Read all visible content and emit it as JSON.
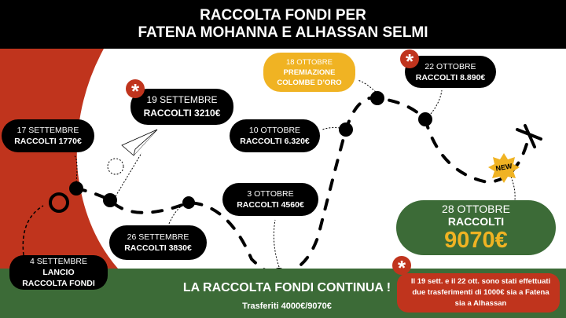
{
  "header": {
    "line1": "RACCOLTA FONDI PER",
    "line2": "FATENA MOHANNA E ALHASSAN SELMI"
  },
  "milestones": [
    {
      "date": "4 SETTEMBRE",
      "line1": "LANCIO",
      "line2": "RACCOLTA FONDI"
    },
    {
      "date": "17 SETTEMBRE",
      "value": "RACCOLTI 1770€"
    },
    {
      "date": "19 SETTEMBRE",
      "value": "RACCOLTI 3210€",
      "asterisk": true
    },
    {
      "date": "26 SETTEMBRE",
      "value": "RACCOLTI 3830€"
    },
    {
      "date": "3 OTTOBRE",
      "value": "RACCOLTI 4560€"
    },
    {
      "date": "10 OTTOBRE",
      "value": "RACCOLTI 6.320€"
    },
    {
      "date": "18 OTTOBRE",
      "line1": "PREMIAZIONE",
      "line2": "COLOMBE D’ORO"
    },
    {
      "date": "22 OTTOBRE",
      "value": "RACCOLTI 8.890€",
      "asterisk": true
    }
  ],
  "final": {
    "date": "28 OTTOBRE",
    "label": "RACCOLTI",
    "amount": "9070€",
    "badge": "NEW"
  },
  "footer": {
    "title": "LA RACCOLTA FONDI CONTINUA !",
    "subtitle": "Trasferiti 4000€/9070€"
  },
  "note": {
    "asterisk": "*",
    "text": "Il 19 sett. e il 22 ott. sono stati effettuati due trasferimenti di 1000€ sia a Fatena sia a Alhassan"
  },
  "colors": {
    "red": "#c0341d",
    "green": "#3c6b37",
    "yellow": "#f0b323",
    "black": "#000000"
  }
}
